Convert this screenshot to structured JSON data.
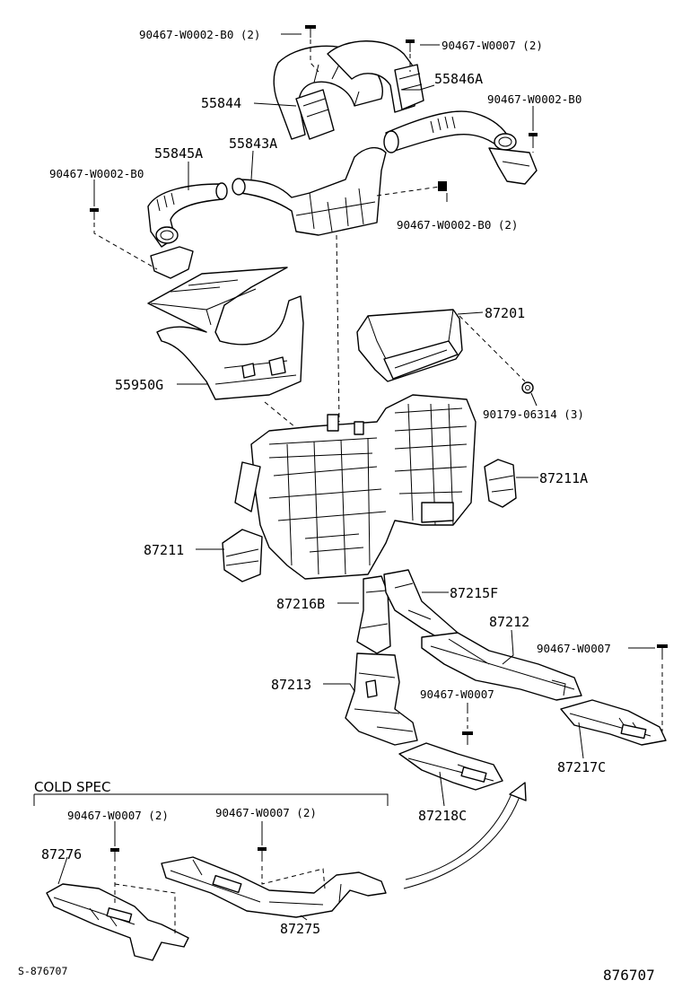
{
  "parts": {
    "bolt_top_left": "90467-W0002-B0 (2)",
    "bolt_top_right": "90467-W0007 (2)",
    "p55846A": "55846A",
    "p55844": "55844",
    "bolt_right_b0": "90467-W0002-B0",
    "p55845A": "55845A",
    "p55843A": "55843A",
    "bolt_left_b0": "90467-W0002-B0",
    "bolt_mid_b0": "90467-W0002-B0 (2)",
    "p87201": "87201",
    "p55950G": "55950G",
    "clip_90179": "90179-06314 (3)",
    "p87211A": "87211A",
    "p87211": "87211",
    "p87216B": "87216B",
    "p87215F": "87215F",
    "p87212": "87212",
    "bolt_w0007_right": "90467-W0007",
    "p87213": "87213",
    "bolt_w0007_center": "90467-W0007",
    "p87217C": "87217C",
    "p87218C": "87218C",
    "cold_spec": "COLD SPEC",
    "cold_bolt_left": "90467-W0007 (2)",
    "cold_bolt_right": "90467-W0007 (2)",
    "p87276": "87276",
    "p87275": "87275"
  },
  "footer": {
    "sheet_id": "S-876707",
    "figure_no": "876707"
  }
}
